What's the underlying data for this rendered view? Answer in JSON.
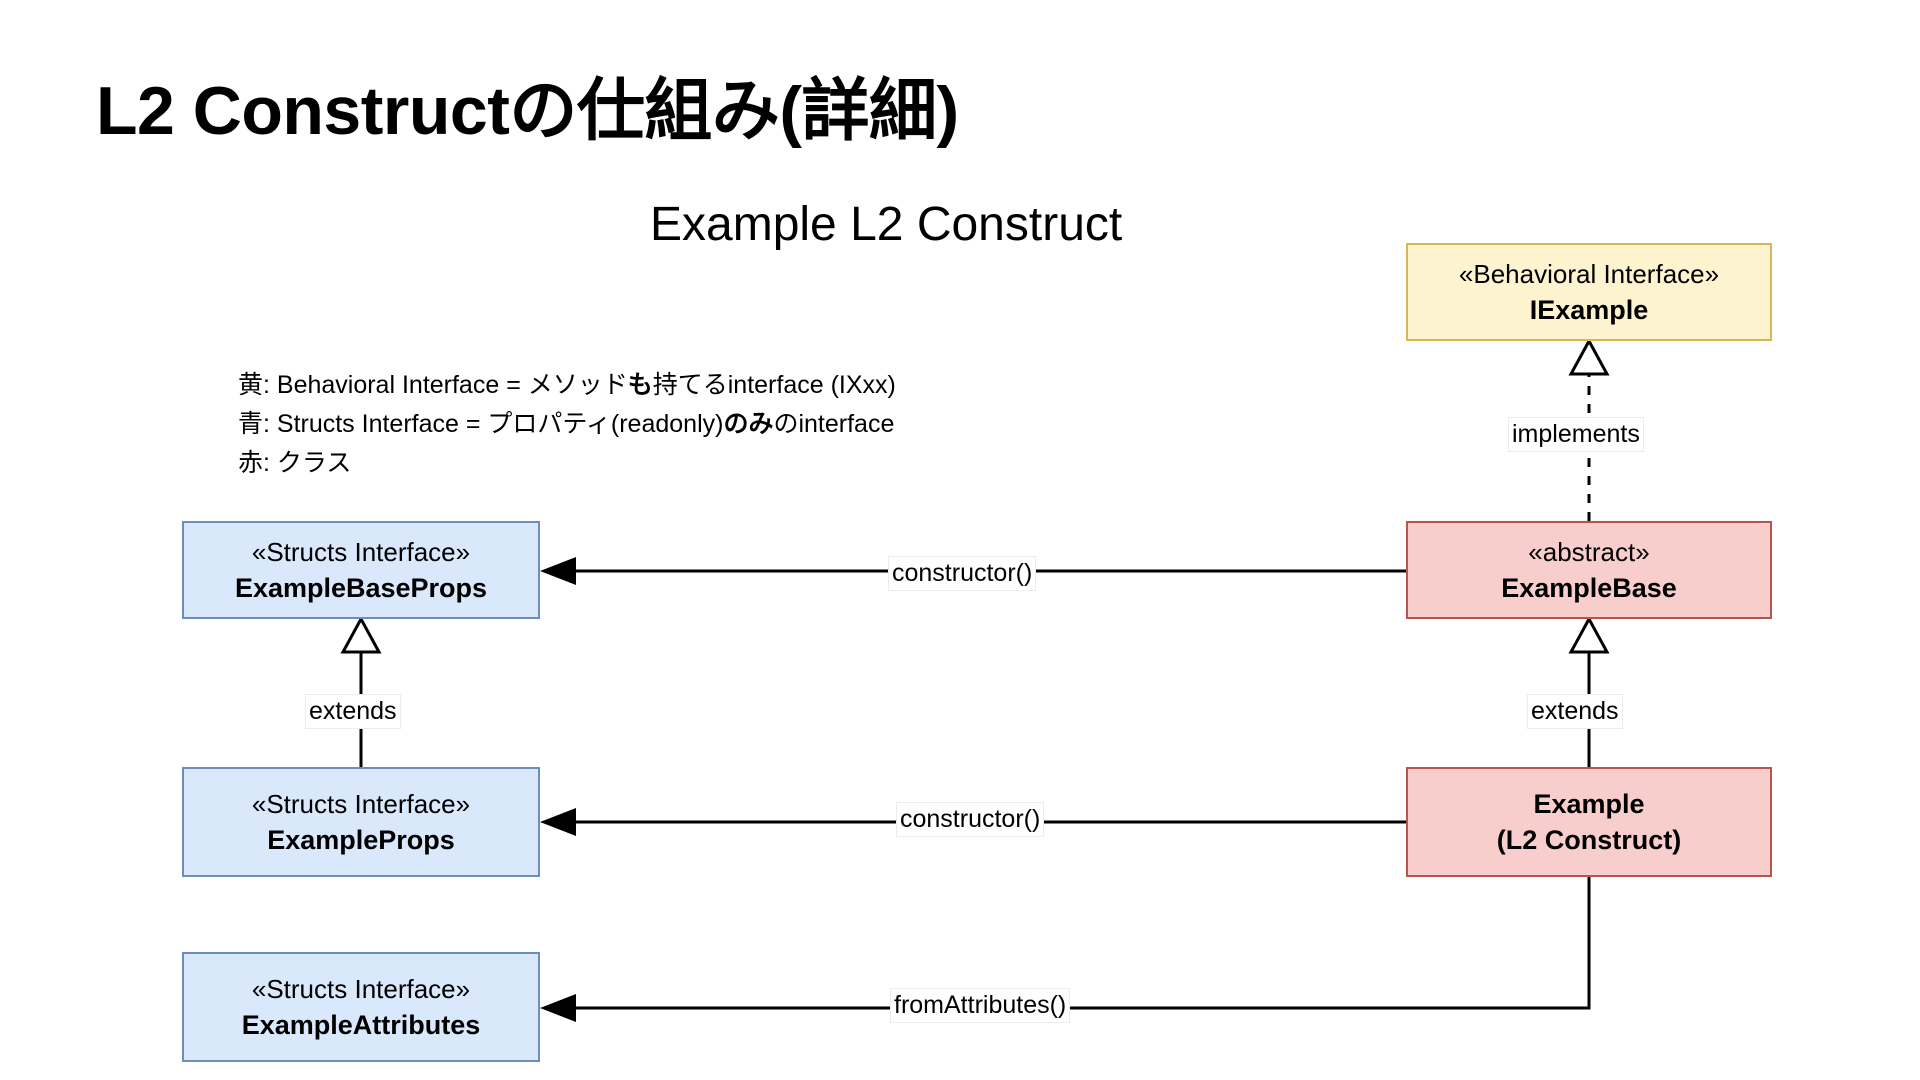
{
  "slide": {
    "title": "L2 Constructの仕組み(詳細)",
    "subtitle": "Example L2 Construct",
    "background_color": "#ffffff"
  },
  "legend": {
    "lines": [
      "黄: Behavioral Interface = メソッドも持てるinterface (IXxx)",
      "青: Structs Interface = プロパティ(readonly)のみのinterface",
      "赤: クラス"
    ],
    "line1": {
      "prefix": "黄: Behavioral Interface = メソッド",
      "emphasis": "も",
      "suffix": "持てるinterface (IXxx)"
    },
    "line2": {
      "prefix": "青: Structs Interface = プロパティ(readonly)",
      "emphasis": "のみ",
      "suffix": "のinterface"
    },
    "line3": "赤: クラス"
  },
  "palette": {
    "yellow_fill": "#fdf3cf",
    "yellow_stroke": "#d6b656",
    "blue_fill": "#dae8fc",
    "blue_stroke": "#6c8ebf",
    "red_fill": "#f8cecc",
    "red_stroke": "#b85450",
    "line": "#000000"
  },
  "nodes": {
    "iexample": {
      "stereotype": "«Behavioral Interface»",
      "name": "IExample",
      "color": "yellow"
    },
    "examplebase": {
      "stereotype": "«abstract»",
      "name": "ExampleBase",
      "color": "red"
    },
    "example": {
      "name_line1": "Example",
      "name_line2": "(L2 Construct)",
      "color": "red"
    },
    "examplebaseprops": {
      "stereotype": "«Structs Interface»",
      "name": "ExampleBaseProps",
      "color": "blue"
    },
    "exampleprops": {
      "stereotype": "«Structs Interface»",
      "name": "ExampleProps",
      "color": "blue"
    },
    "exampleattributes": {
      "stereotype": "«Structs Interface»",
      "name": "ExampleAttributes",
      "color": "blue"
    }
  },
  "edges": {
    "implements": {
      "label": "implements",
      "style": "dashed",
      "arrow": "hollow-triangle",
      "from": "examplebase",
      "to": "iexample"
    },
    "extends_right": {
      "label": "extends",
      "style": "solid",
      "arrow": "hollow-triangle",
      "from": "example",
      "to": "examplebase"
    },
    "extends_left": {
      "label": "extends",
      "style": "solid",
      "arrow": "hollow-triangle",
      "from": "exampleprops",
      "to": "examplebaseprops"
    },
    "constructor_base": {
      "label": "constructor()",
      "style": "solid",
      "arrow": "filled-arrow",
      "from": "examplebase",
      "to": "examplebaseprops"
    },
    "constructor_impl": {
      "label": "constructor()",
      "style": "solid",
      "arrow": "filled-arrow",
      "from": "example",
      "to": "exampleprops"
    },
    "from_attributes": {
      "label": "fromAttributes()",
      "style": "solid",
      "arrow": "filled-arrow",
      "from": "example",
      "to": "exampleattributes"
    }
  }
}
